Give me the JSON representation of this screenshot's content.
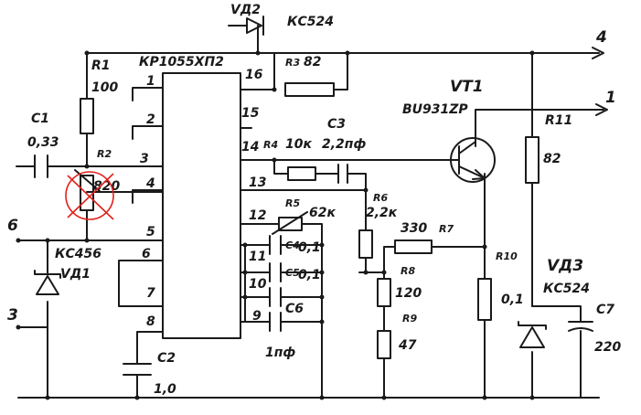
{
  "ic": {
    "label": "КР1055ХП2",
    "pins": [
      "1",
      "2",
      "3",
      "4",
      "5",
      "6",
      "7",
      "8",
      "9",
      "10",
      "11",
      "12",
      "13",
      "14",
      "15",
      "16"
    ]
  },
  "terminals": {
    "t4": "4",
    "t1": "1",
    "t6": "6",
    "t3": "3"
  },
  "components": {
    "R1": {
      "ref": "R1",
      "value": "100"
    },
    "R2": {
      "ref": "R2",
      "value": "820"
    },
    "R3": {
      "ref": "R3",
      "value": "82"
    },
    "R4": {
      "ref": "R4",
      "value": "10к"
    },
    "R5": {
      "ref": "R5",
      "value": "62к"
    },
    "R6": {
      "ref": "R6",
      "value": "2,2к"
    },
    "R7": {
      "ref": "R7",
      "value": "330"
    },
    "R8": {
      "ref": "R8",
      "value": "120"
    },
    "R9": {
      "ref": "R9",
      "value": "47"
    },
    "R10": {
      "ref": "R10",
      "value": "0,1"
    },
    "R11": {
      "ref": "R11",
      "value": "82"
    },
    "C1": {
      "ref": "C1",
      "value": "0,33"
    },
    "C2": {
      "ref": "C2",
      "value": "1,0"
    },
    "C3": {
      "ref": "C3",
      "value": "2,2пф"
    },
    "C4": {
      "ref": "C4",
      "value": "0,1"
    },
    "C5": {
      "ref": "C5",
      "value": "0,1"
    },
    "C6": {
      "ref": "C6",
      "value": "1пф"
    },
    "C7": {
      "ref": "C7",
      "value": "220"
    },
    "VD1": {
      "ref": "VД1",
      "value": "КС456"
    },
    "VD2": {
      "ref": "VД2",
      "value": "КС524"
    },
    "VD3": {
      "ref": "VД3",
      "value": "КС524"
    },
    "VT1": {
      "ref": "VT1",
      "value": "BU931ZP"
    }
  }
}
